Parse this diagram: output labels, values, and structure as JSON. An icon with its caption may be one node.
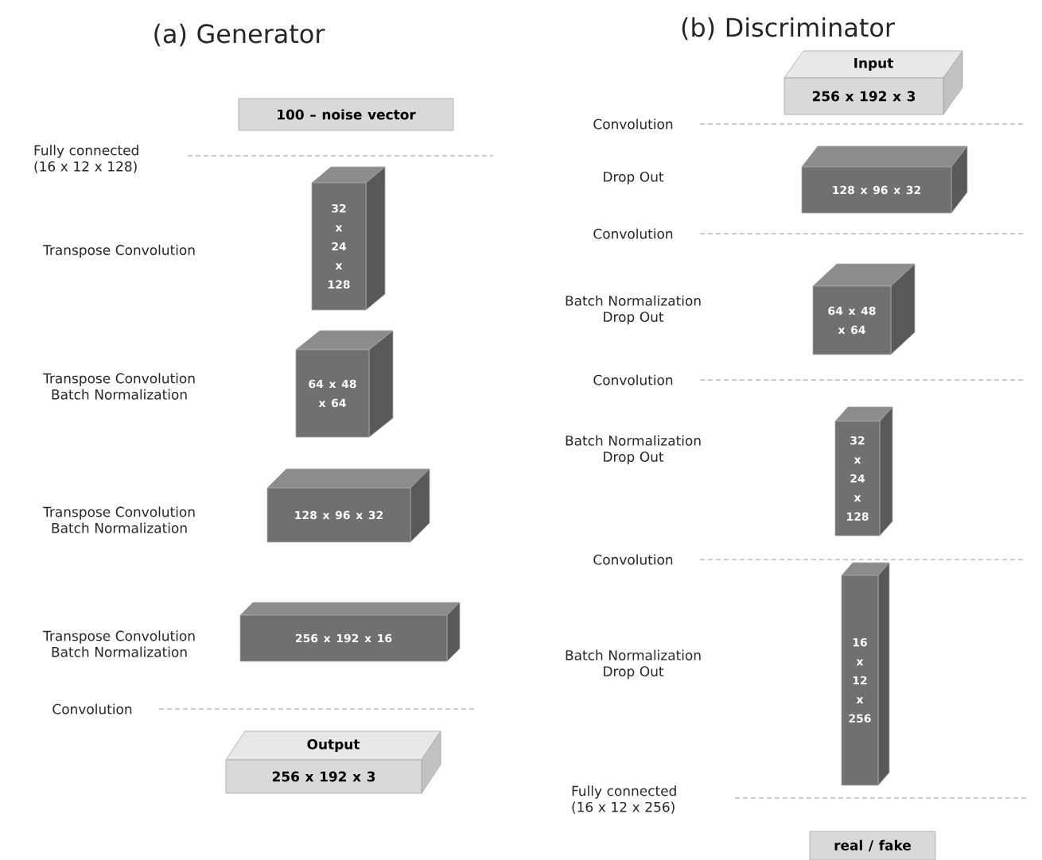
{
  "diagram": {
    "nodes": [
      {
        "text": [
          "100 – noise vector"
        ]
      },
      {
        "text": [
          "32 x 24 x 128"
        ]
      },
      {
        "text": [
          "64 x 48 x 64"
        ]
      },
      {
        "text": [
          "128 x 96 x 32"
        ]
      },
      {
        "text": [
          "256 x 192 x 16"
        ]
      },
      {
        "text": [
          "Output",
          "256 x 192 x 3"
        ]
      },
      {
        "text": [
          "Input",
          "256 x 192 x 3"
        ]
      },
      {
        "text": [
          "128 x 96 x 32"
        ]
      },
      {
        "text": [
          "64 x 48 x 64"
        ]
      },
      {
        "text": [
          "32 x 24 x 128"
        ]
      },
      {
        "text": [
          "16 x 12 x 256"
        ]
      },
      {
        "text": [
          "real / fake"
        ]
      }
    ],
    "edges": [],
    "labels": [
      "(a) Generator",
      "(b) Discriminator",
      "Fully connected (16 x 12 x 128)",
      "Transpose Convolution",
      "Transpose Convolution Batch Normalization",
      "Transpose Convolution Batch Normalization",
      "Transpose Convolution Batch Normalization",
      "Convolution",
      "Convolution",
      "Drop Out",
      "Convolution",
      "Batch Normalization Drop Out",
      "Convolution",
      "Batch Normalization Drop Out",
      "Convolution",
      "Batch Normalization Drop Out",
      "Fully connected (16 x 12 x 256)"
    ]
  }
}
